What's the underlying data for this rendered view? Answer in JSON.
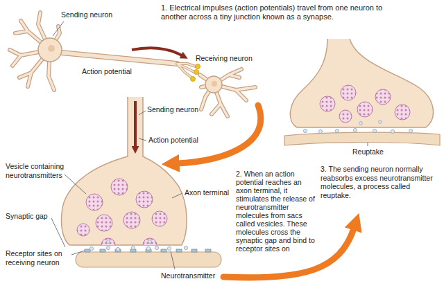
{
  "diagram": {
    "labels": [
      "1. Electrical impulses (action potentials) travel from one neuron to another across a tiny junction known as a synapse.",
      "Sending neuron",
      "Action potential",
      "Receiving neuron",
      "Sending neuron",
      "Action potential",
      "Vesicle containing neurotransmitters",
      "Axon terminal",
      "Synaptic gap",
      "Receptor sites on receiving neuron",
      "Neurotransmitter",
      "2. When an action potential reaches an axon terminal, it stimulates the release of neurotransmitter molecules from sacs called vesicles. These molecules cross the synaptic gap and bind to receptor sites on",
      "Reuptake",
      "3. The sending neuron normally reabsorbs excess neurotransmitter molecules, a process called reuptake."
    ]
  }
}
